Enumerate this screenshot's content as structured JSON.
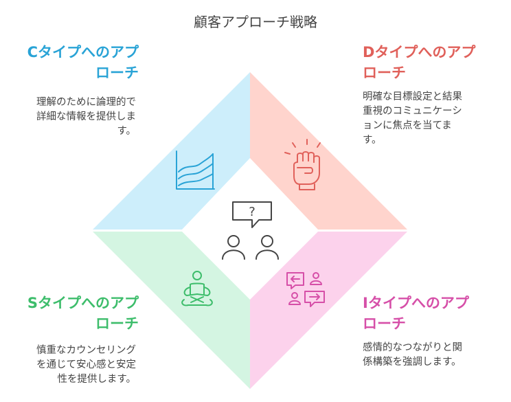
{
  "title": "顧客アプローチ戦略",
  "colors": {
    "c": "#29a3d6",
    "d": "#e0605a",
    "s": "#3dbd6b",
    "i": "#d64fa8",
    "c_fill": "#cdeefb",
    "d_fill": "#ffd4cd",
    "s_fill": "#d4f5e2",
    "i_fill": "#fcd2ec",
    "center_icon": "#444444"
  },
  "quadrants": {
    "c": {
      "heading_line1": "Cタイプへのアプ",
      "heading_line2": "ローチ",
      "desc_line1": "理解のために論理的で",
      "desc_line2": "詳細な情報を提供しま",
      "desc_line3": "す。",
      "icon": "rising-chart-icon"
    },
    "d": {
      "heading_line1": "Dタイプへのアプ",
      "heading_line2": "ローチ",
      "desc_line1": "明確な目標設定と結果",
      "desc_line2": "重視のコミュニケーシ",
      "desc_line3": "ョンに焦点を当てま",
      "desc_line4": "す。",
      "icon": "raised-fist-icon"
    },
    "s": {
      "heading_line1": "Sタイプへのアプ",
      "heading_line2": "ローチ",
      "desc_line1": "慎重なカウンセリング",
      "desc_line2": "を通じて安心感と安定",
      "desc_line3": "性を提供します。",
      "icon": "meditation-icon"
    },
    "i": {
      "heading_line1": "Iタイプへのアプ",
      "heading_line2": "ローチ",
      "desc_line1": "感情的なつながりと関",
      "desc_line2": "係構築を強調します。",
      "icon": "conversation-icon"
    }
  },
  "center": {
    "bubble_text": "?",
    "icon": "two-people-question-icon"
  }
}
